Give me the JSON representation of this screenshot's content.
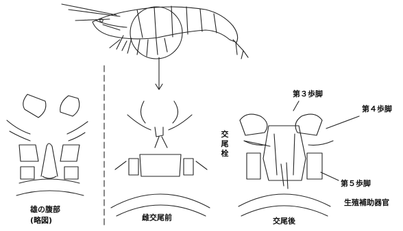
{
  "labels": {
    "male_abdomen_line1": "雄の腹部",
    "male_abdomen_line2": "(略図)",
    "female_before": "雌交尾前",
    "after_mating": "交尾後",
    "leg3": "第３歩脚",
    "leg4": "第４歩脚",
    "leg5": "第５歩脚",
    "plug_chars": [
      "交",
      "尾",
      "栓"
    ],
    "accessory_organ": "生殖補助器官"
  }
}
